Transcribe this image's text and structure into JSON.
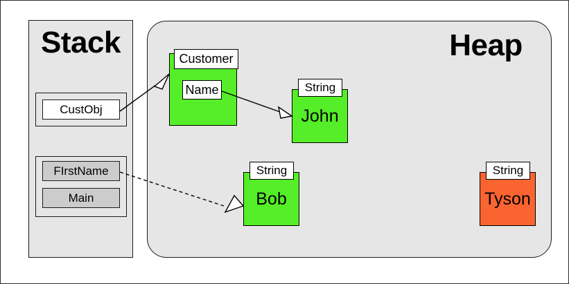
{
  "diagram": {
    "title_stack": "Stack",
    "title_heap": "Heap",
    "colors": {
      "panel_fill": "#e6e6e6",
      "object_green": "#55ee28",
      "object_orange": "#fa6430",
      "slot_grey": "#cccccc",
      "slot_white": "#ffffff",
      "stroke": "#000000"
    }
  },
  "stack": {
    "label": "Stack",
    "frames": [
      {
        "name": "custobj-frame",
        "slots": [
          {
            "label": "CustObj",
            "style": "white"
          }
        ]
      },
      {
        "name": "main-frame",
        "slots": [
          {
            "label": "FIrstName",
            "style": "grey"
          },
          {
            "label": "Main",
            "style": "grey"
          }
        ]
      }
    ]
  },
  "heap": {
    "label": "Heap",
    "objects": [
      {
        "id": "customer",
        "type_label": "Customer",
        "value": "",
        "color": "green",
        "fields": [
          {
            "label": "Name"
          }
        ]
      },
      {
        "id": "john",
        "type_label": "String",
        "value": "John",
        "color": "green",
        "fields": []
      },
      {
        "id": "bob",
        "type_label": "String",
        "value": "Bob",
        "color": "green",
        "fields": []
      },
      {
        "id": "tyson",
        "type_label": "String",
        "value": "Tyson",
        "color": "orange",
        "fields": []
      }
    ]
  },
  "connectors": [
    {
      "id": "custobj-to-customer",
      "from": "CustObj",
      "to": "Customer",
      "style": "solid",
      "arrow": "hollow-triangle"
    },
    {
      "id": "name-to-john",
      "from": "Name",
      "to": "John",
      "style": "solid",
      "arrow": "hollow-triangle"
    },
    {
      "id": "firstname-to-bob",
      "from": "FIrstName",
      "to": "Bob",
      "style": "dashed",
      "arrow": "hollow-triangle"
    }
  ]
}
